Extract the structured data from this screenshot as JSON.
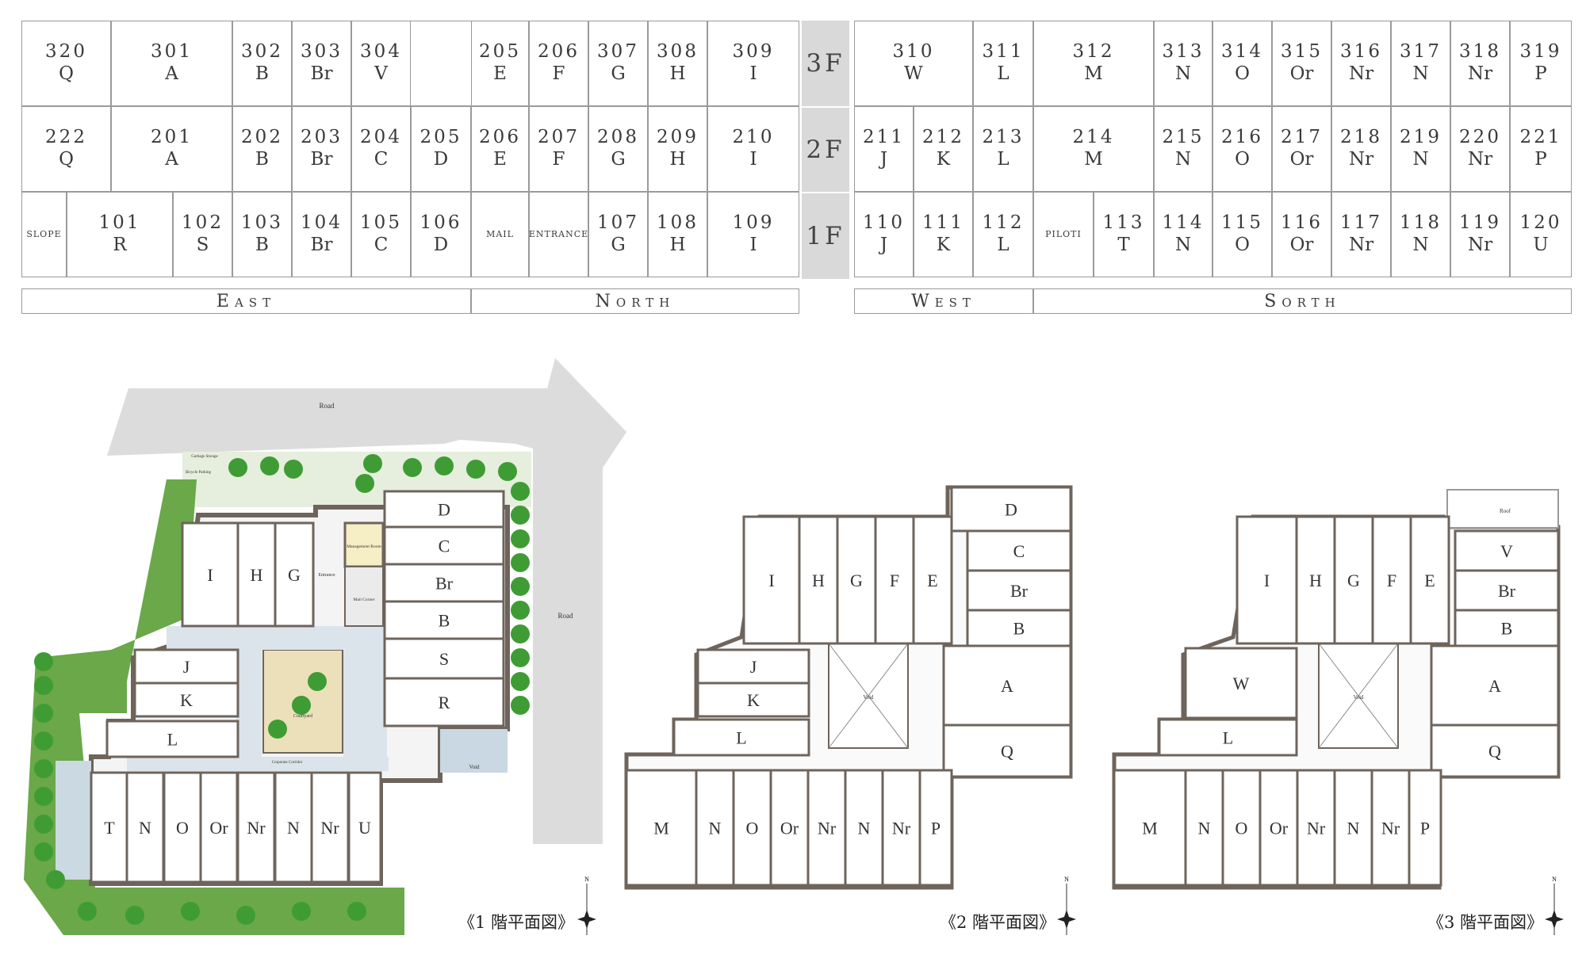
{
  "grid": {
    "floors": {
      "f3": "3F",
      "f2": "2F",
      "f1": "1F"
    },
    "row3": [
      {
        "num": "320",
        "type": "Q"
      },
      {
        "num": "301",
        "type": "A"
      },
      {
        "num": "302",
        "type": "B"
      },
      {
        "num": "303",
        "type": "Br"
      },
      {
        "num": "304",
        "type": "V"
      },
      {
        "num": "205",
        "type": "E"
      },
      {
        "num": "206",
        "type": "F"
      },
      {
        "num": "307",
        "type": "G"
      },
      {
        "num": "308",
        "type": "H"
      },
      {
        "num": "309",
        "type": "I"
      },
      {
        "num": "310",
        "type": "W"
      },
      {
        "num": "311",
        "type": "L"
      },
      {
        "num": "312",
        "type": "M"
      },
      {
        "num": "313",
        "type": "N"
      },
      {
        "num": "314",
        "type": "O"
      },
      {
        "num": "315",
        "type": "Or"
      },
      {
        "num": "316",
        "type": "Nr"
      },
      {
        "num": "317",
        "type": "N"
      },
      {
        "num": "318",
        "type": "Nr"
      },
      {
        "num": "319",
        "type": "P"
      }
    ],
    "row2": [
      {
        "num": "222",
        "type": "Q"
      },
      {
        "num": "201",
        "type": "A"
      },
      {
        "num": "202",
        "type": "B"
      },
      {
        "num": "203",
        "type": "Br"
      },
      {
        "num": "204",
        "type": "C"
      },
      {
        "num": "205",
        "type": "D"
      },
      {
        "num": "206",
        "type": "E"
      },
      {
        "num": "207",
        "type": "F"
      },
      {
        "num": "208",
        "type": "G"
      },
      {
        "num": "209",
        "type": "H"
      },
      {
        "num": "210",
        "type": "I"
      },
      {
        "num": "211",
        "type": "J"
      },
      {
        "num": "212",
        "type": "K"
      },
      {
        "num": "213",
        "type": "L"
      },
      {
        "num": "214",
        "type": "M"
      },
      {
        "num": "215",
        "type": "N"
      },
      {
        "num": "216",
        "type": "O"
      },
      {
        "num": "217",
        "type": "Or"
      },
      {
        "num": "218",
        "type": "Nr"
      },
      {
        "num": "219",
        "type": "N"
      },
      {
        "num": "220",
        "type": "Nr"
      },
      {
        "num": "221",
        "type": "P"
      }
    ],
    "row1": [
      {
        "num": "SLOPE",
        "type": ""
      },
      {
        "num": "101",
        "type": "R"
      },
      {
        "num": "102",
        "type": "S"
      },
      {
        "num": "103",
        "type": "B"
      },
      {
        "num": "104",
        "type": "Br"
      },
      {
        "num": "105",
        "type": "C"
      },
      {
        "num": "106",
        "type": "D"
      },
      {
        "num": "MAIL",
        "type": ""
      },
      {
        "num": "ENTRANCE",
        "type": ""
      },
      {
        "num": "107",
        "type": "G"
      },
      {
        "num": "108",
        "type": "H"
      },
      {
        "num": "109",
        "type": "I"
      },
      {
        "num": "110",
        "type": "J"
      },
      {
        "num": "111",
        "type": "K"
      },
      {
        "num": "112",
        "type": "L"
      },
      {
        "num": "PILOTI",
        "type": ""
      },
      {
        "num": "113",
        "type": "T"
      },
      {
        "num": "114",
        "type": "N"
      },
      {
        "num": "115",
        "type": "O"
      },
      {
        "num": "116",
        "type": "Or"
      },
      {
        "num": "117",
        "type": "Nr"
      },
      {
        "num": "118",
        "type": "N"
      },
      {
        "num": "119",
        "type": "Nr"
      },
      {
        "num": "120",
        "type": "U"
      }
    ],
    "directions": {
      "east": "East",
      "north": "North",
      "west": "West",
      "south": "Sorth"
    }
  },
  "plan1": {
    "caption": "《1 階平面図》",
    "road_top": "Road",
    "road_right": "Road",
    "entrance": "Entrance",
    "management": "Management Room",
    "mail": "Mail Corner",
    "courtyard": "Courtyard",
    "corridor": "Corporate Corridor",
    "garbage": "Garbage Storage",
    "bicycle": "Bicycle Parking",
    "void": "Void",
    "units_east": [
      "D",
      "C",
      "Br",
      "B",
      "S",
      "R"
    ],
    "units_north": [
      "I",
      "H",
      "G"
    ],
    "units_west": [
      "J",
      "K",
      "L"
    ],
    "units_south": [
      "T",
      "N",
      "O",
      "Or",
      "Nr",
      "N",
      "Nr",
      "U"
    ]
  },
  "plan2": {
    "caption": "《2 階平面図》",
    "units_north": [
      "I",
      "H",
      "G",
      "F",
      "E"
    ],
    "units_east": [
      "D",
      "C",
      "Br",
      "B",
      "A",
      "Q"
    ],
    "units_west": [
      "J",
      "K",
      "L"
    ],
    "units_south": [
      "M",
      "N",
      "O",
      "Or",
      "Nr",
      "N",
      "Nr",
      "P"
    ],
    "void": "Void"
  },
  "plan3": {
    "caption": "《3 階平面図》",
    "units_north": [
      "I",
      "H",
      "G",
      "F",
      "E"
    ],
    "units_east": [
      "V",
      "Br",
      "B",
      "A",
      "Q"
    ],
    "units_west": [
      "W",
      "L"
    ],
    "units_south": [
      "M",
      "N",
      "O",
      "Or",
      "Nr",
      "N",
      "Nr",
      "P"
    ],
    "void": "Void",
    "roof": "Roof"
  },
  "colors": {
    "wall": "#6e645c",
    "garden": "#5fa542",
    "tree": "#3f9c35",
    "road": "#dcdcdc",
    "floor_band": "#d9d9d9"
  }
}
